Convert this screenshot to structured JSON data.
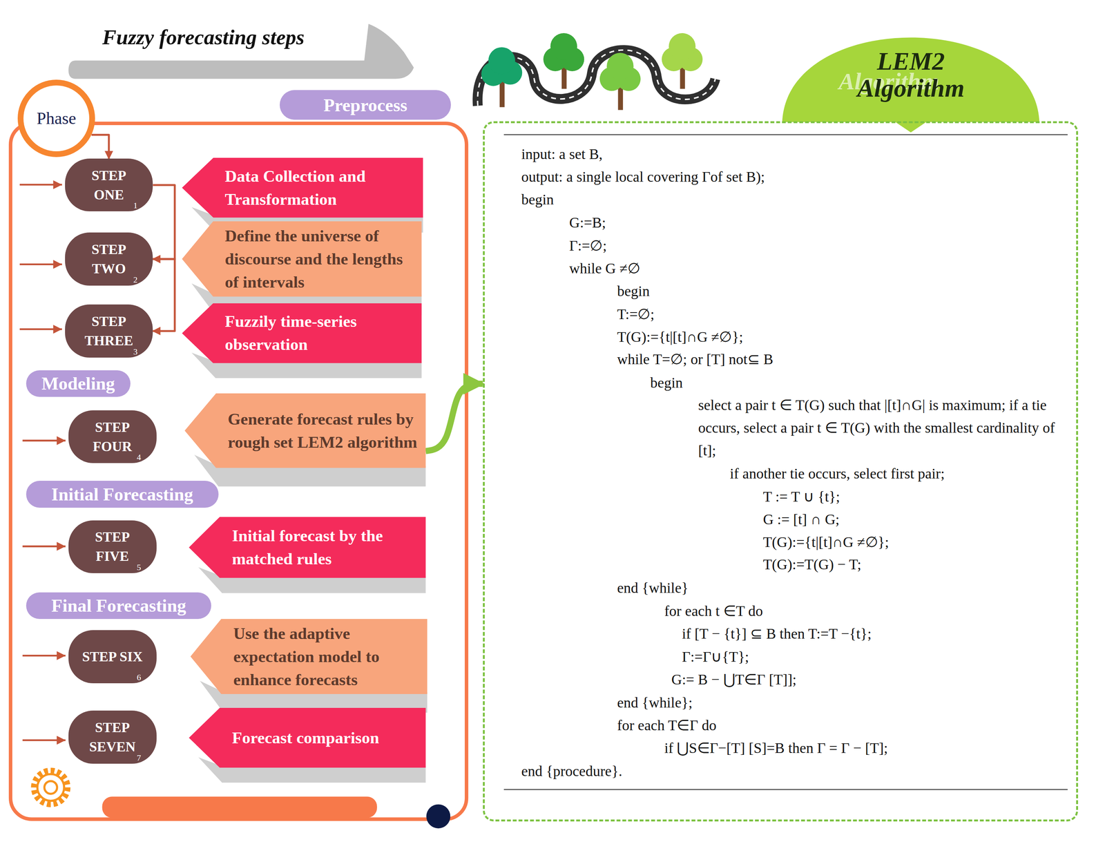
{
  "diagram": {
    "nodes": [
      {
        "text": [
          "Fuzzy forecasting steps"
        ]
      },
      {
        "text": [
          "Phase"
        ]
      },
      {
        "text": [
          "Preprocess"
        ]
      },
      {
        "text": [
          "STEP ONE",
          "1"
        ]
      },
      {
        "text": [
          "Data Collection and Transformation"
        ]
      },
      {
        "text": [
          "STEP TWO",
          "2"
        ]
      },
      {
        "text": [
          "Define the universe of discourse and the lengths of intervals"
        ]
      },
      {
        "text": [
          "STEP THREE",
          "3"
        ]
      },
      {
        "text": [
          "Fuzzily time-series observation"
        ]
      },
      {
        "text": [
          "Modeling"
        ]
      },
      {
        "text": [
          "STEP FOUR",
          "4"
        ]
      },
      {
        "text": [
          "Generate forecast rules by rough set LEM2 algorithm"
        ]
      },
      {
        "text": [
          "Initial Forecasting"
        ]
      },
      {
        "text": [
          "STEP FIVE",
          "5"
        ]
      },
      {
        "text": [
          "Initial forecast by the matched rules"
        ]
      },
      {
        "text": [
          "Final Forecasting"
        ]
      },
      {
        "text": [
          "STEP SIX",
          "6"
        ]
      },
      {
        "text": [
          "Use the adaptive expectation model to enhance forecasts"
        ]
      },
      {
        "text": [
          "STEP SEVEN",
          "7"
        ]
      },
      {
        "text": [
          "Forecast comparison"
        ]
      },
      {
        "text": [
          "LEM2 Algorithm"
        ]
      },
      {
        "text": [
          "input: a set B,",
          "output: a single local covering Γof set B);",
          "begin",
          "G:=B;",
          "Γ:=∅;",
          "while G ≠∅",
          "begin",
          "T:=∅;",
          "T(G):={t|[t]∩G ≠∅};",
          "while T=∅; or [T] not⊆ B",
          "begin",
          "select a pair t ∈ T(G) such that |[t]∩G| is maximum; if a tie occurs, select a pair t ∈ T(G) with the smallest cardinality of [t];",
          "if another tie occurs, select first pair;",
          "T := T ∪ {t};",
          "G := [t] ∩ G;",
          "T(G):={t|[t]∩G ≠∅};",
          "T(G):=T(G) − T;",
          "end {while}",
          "for each t ∈T do",
          "if [T − {t}] ⊆ B then T:=T −{t};",
          "Γ:=Γ∪{T};",
          "G:= B − ⋃T∈Γ [T]];",
          "end {while};",
          "for each T∈Γ do",
          "if ⋃S∈Γ−[T] [S]=B then Γ = Γ − [T];",
          "end {procedure}."
        ]
      }
    ],
    "edges": [
      {
        "from": 1,
        "to": 3,
        "arrow": "to"
      },
      {
        "from": 3,
        "to": 5,
        "arrow": "to"
      },
      {
        "from": 5,
        "to": 7,
        "arrow": "to"
      },
      {
        "from": 11,
        "to": 21,
        "arrow": "to"
      }
    ],
    "labels": [
      "Algorithm"
    ]
  }
}
